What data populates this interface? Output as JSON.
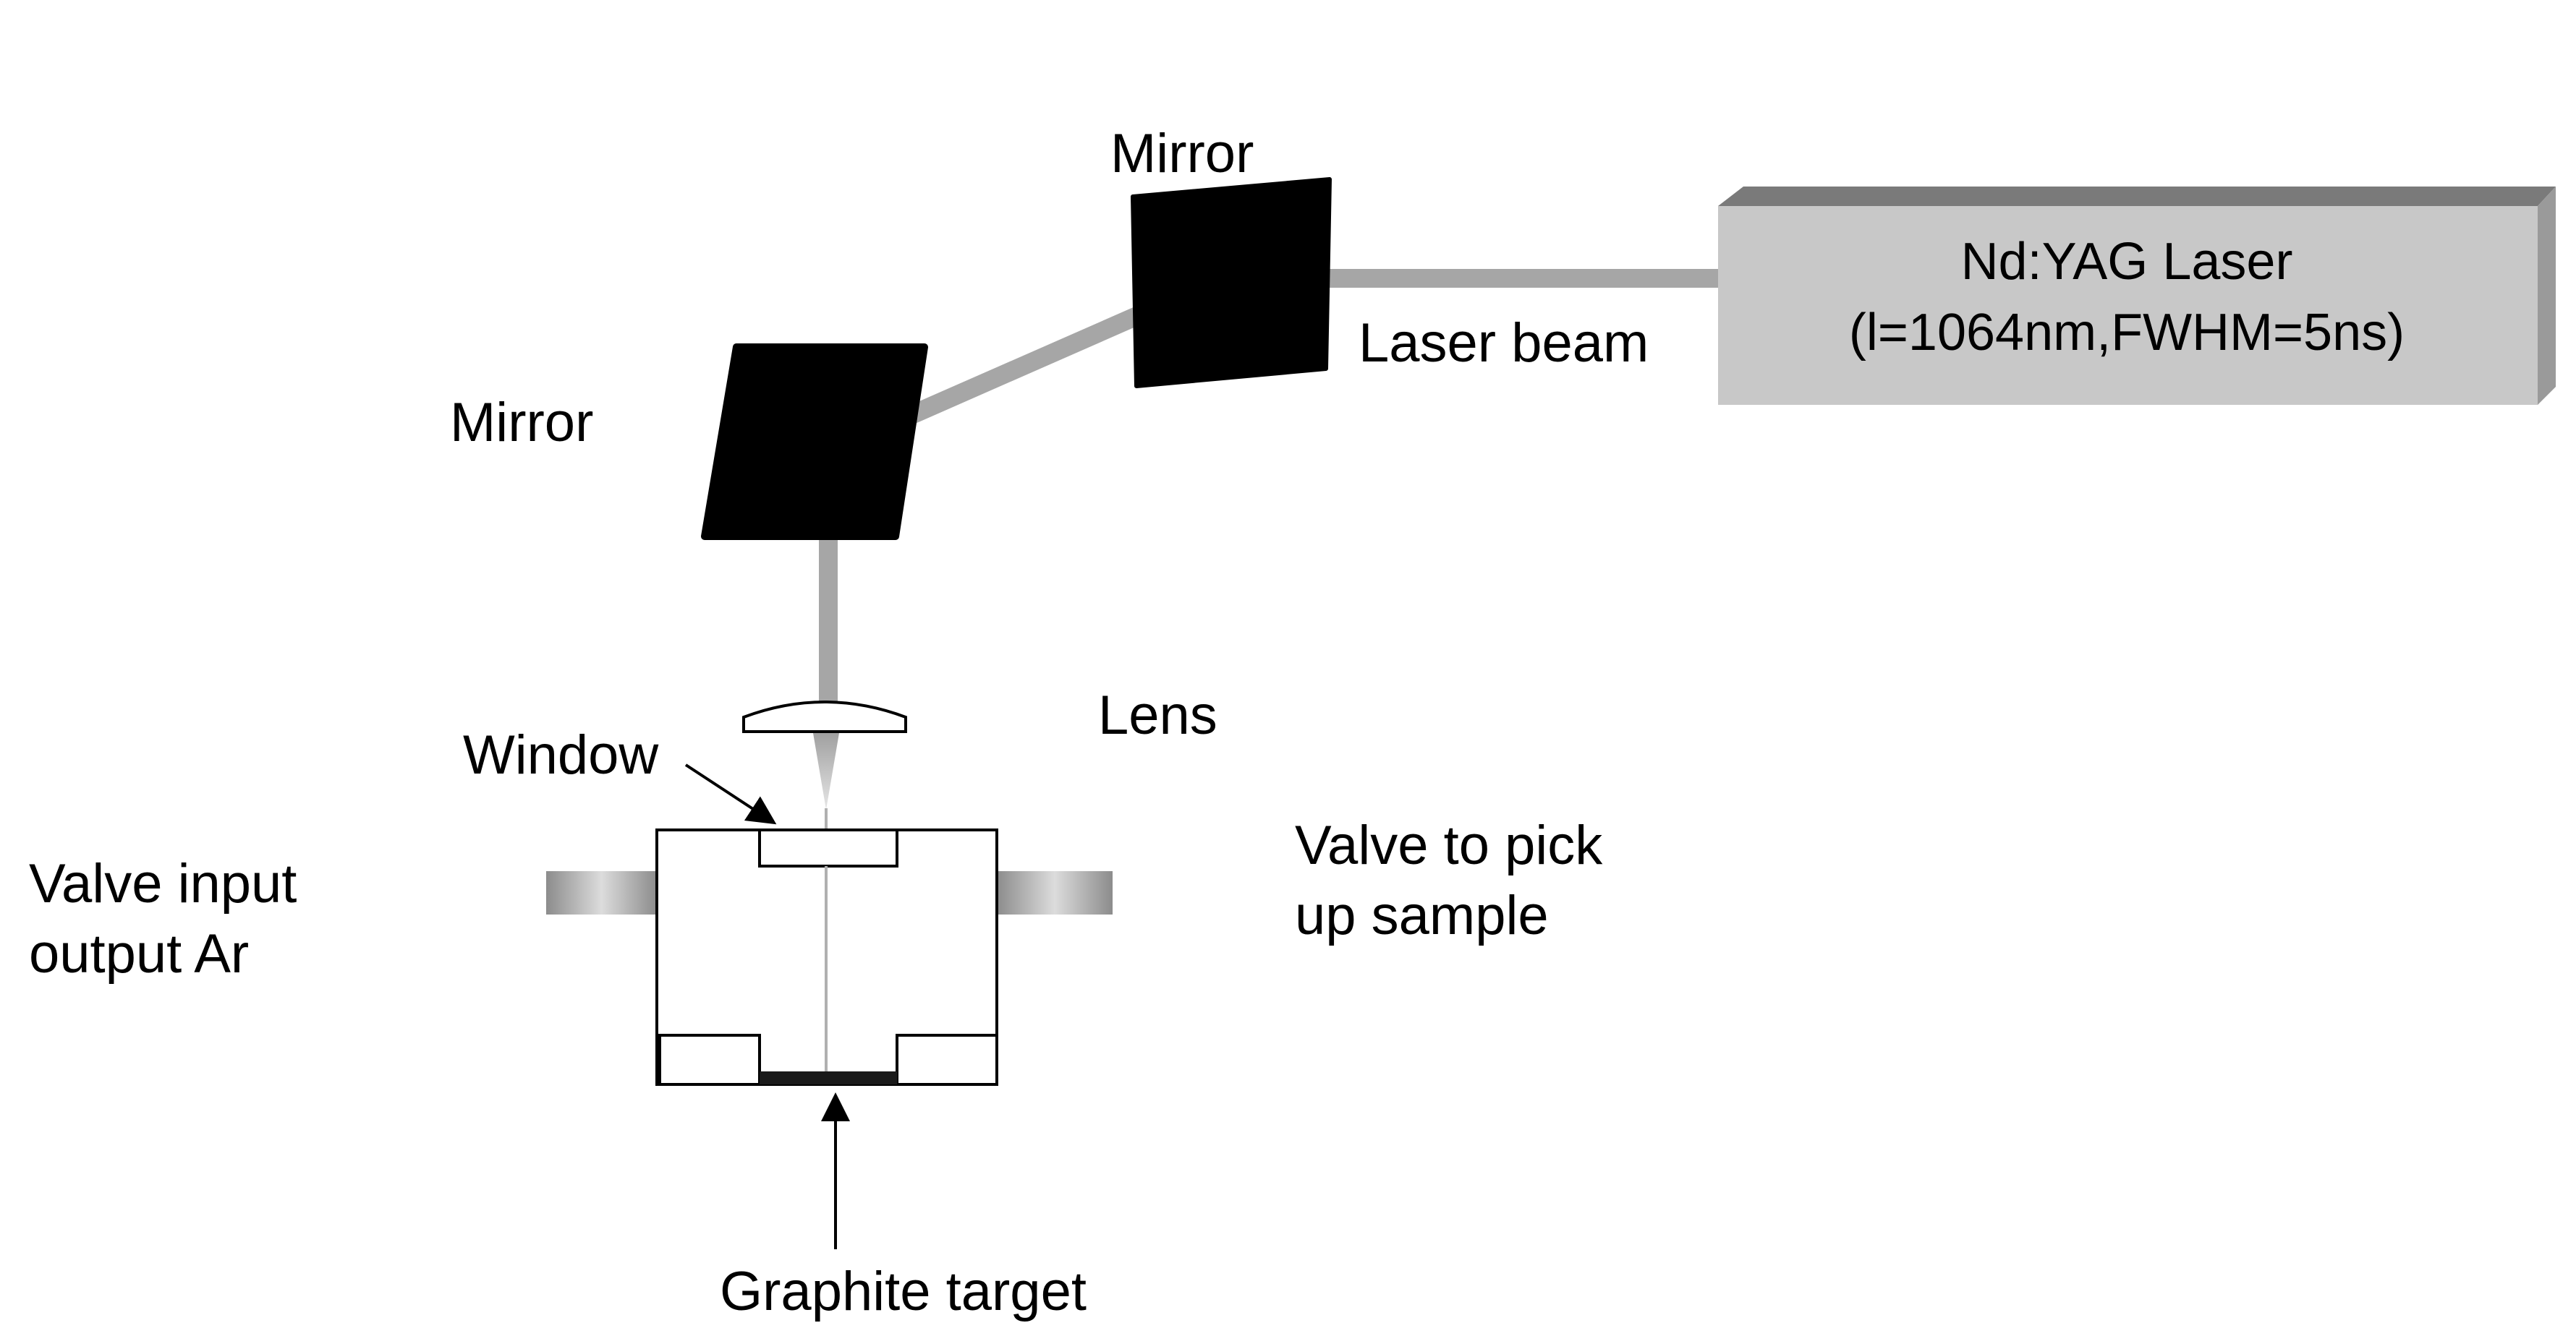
{
  "labels": {
    "mirror_top": "Mirror",
    "mirror_left": "Mirror",
    "laser_beam": "Laser beam",
    "laser_line1": "Nd:YAG Laser",
    "laser_line2": "(l=1064nm,FWHM=5ns)",
    "lens": "Lens",
    "window": "Window",
    "valve_input_line1": "Valve input",
    "valve_input_line2": "output Ar",
    "valve_pick_line1": "Valve to pick",
    "valve_pick_line2": "up sample",
    "graphite_target": "Graphite target"
  },
  "colors": {
    "beam": "#a6a6a6",
    "laser_box": "#c8c8c8",
    "laser_box_edge": "#9a9a9a",
    "mirror": "#000000",
    "line": "#000000"
  }
}
